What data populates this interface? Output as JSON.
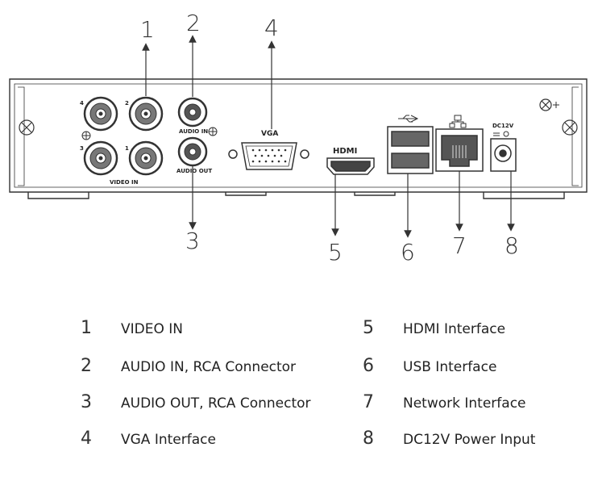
{
  "diagram": {
    "callout_numbers": [
      "1",
      "2",
      "3",
      "4",
      "5",
      "6",
      "7",
      "8"
    ],
    "panel_text": {
      "video_in": "VIDEO IN",
      "audio_in": "AUDIO IN",
      "audio_out": "AUDIO OUT",
      "vga": "VGA",
      "hdmi": "HDMI",
      "dc12v": "DC12V",
      "bnc_1": "1",
      "bnc_2": "2",
      "bnc_3": "3",
      "bnc_4": "4"
    }
  },
  "legend": [
    {
      "num": "1",
      "label": "VIDEO IN"
    },
    {
      "num": "2",
      "label": "AUDIO IN, RCA Connector"
    },
    {
      "num": "3",
      "label": "AUDIO OUT, RCA Connector"
    },
    {
      "num": "4",
      "label": "VGA Interface"
    },
    {
      "num": "5",
      "label": "HDMI Interface"
    },
    {
      "num": "6",
      "label": "USB Interface"
    },
    {
      "num": "7",
      "label": "Network Interface"
    },
    {
      "num": "8",
      "label": "DC12V Power Input"
    }
  ]
}
